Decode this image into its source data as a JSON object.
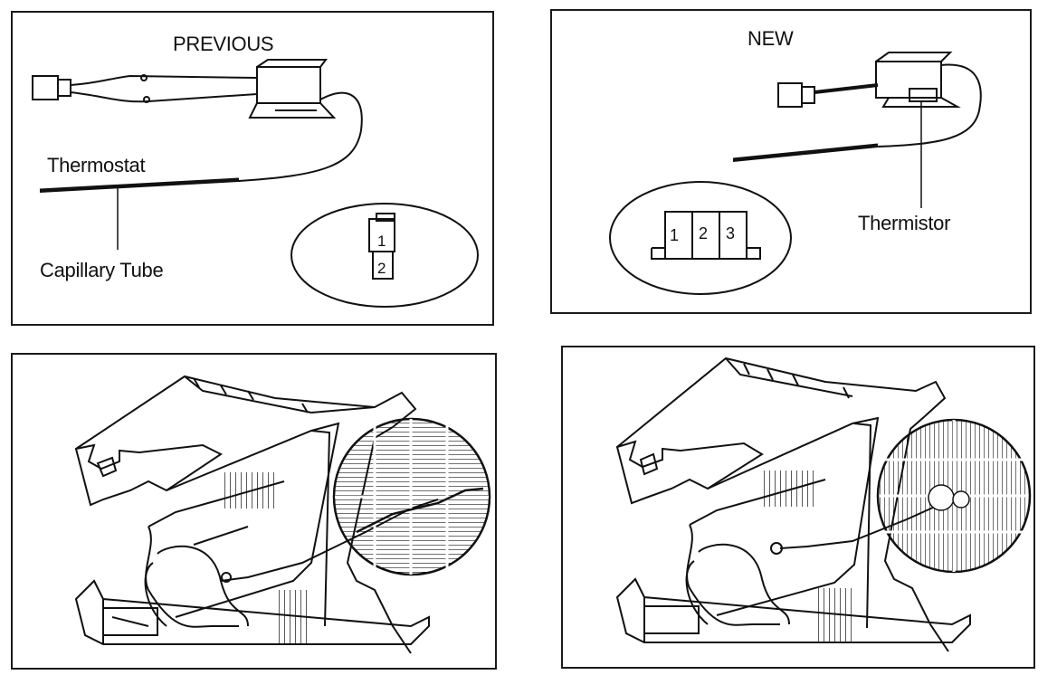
{
  "previous": {
    "title": "PREVIOUS",
    "thermostat_label": "Thermostat",
    "capillary_label": "Capillary Tube",
    "connector_pins": [
      "1",
      "2"
    ]
  },
  "new": {
    "title": "NEW",
    "thermistor_label": "Thermistor",
    "connector_pins": [
      "1",
      "2",
      "3"
    ]
  }
}
